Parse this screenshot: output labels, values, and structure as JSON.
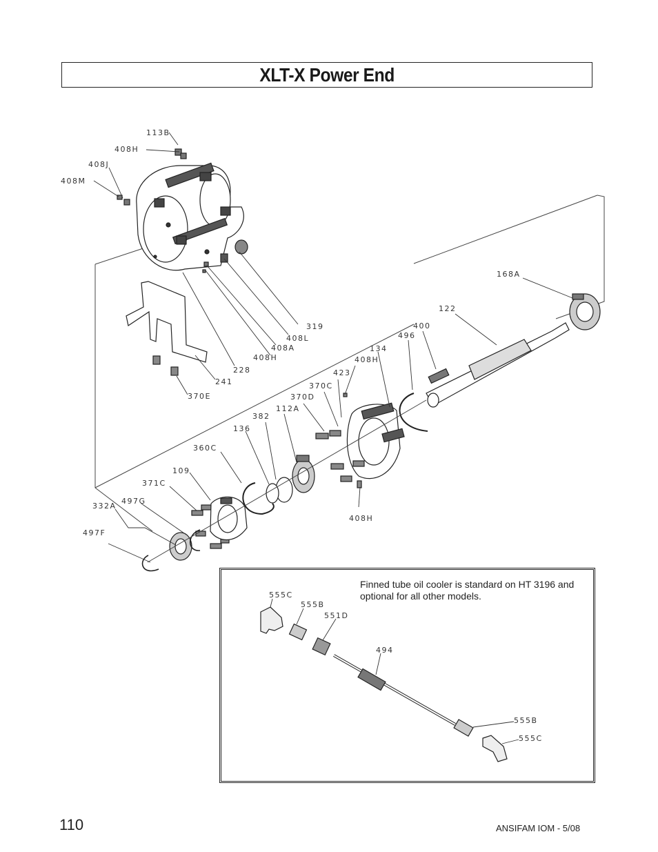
{
  "page": {
    "title": "XLT-X Power End",
    "page_number": "110",
    "footer": "ANSIFAM IOM - 5/08"
  },
  "labels": {
    "l113B": "113B",
    "l408H_a": "408H",
    "l408J": "408J",
    "l408M": "408M",
    "l168A": "168A",
    "l122": "122",
    "l400": "400",
    "l496": "496",
    "l134": "134",
    "l408H_b": "408H",
    "l423": "423",
    "l370C": "370C",
    "l370D": "370D",
    "l319": "319",
    "l408L": "408L",
    "l408A": "408A",
    "l408H_c": "408H",
    "l228": "228",
    "l241": "241",
    "l370E": "370E",
    "l382": "382",
    "l112A": "112A",
    "l136": "136",
    "l360C": "360C",
    "l109": "109",
    "l371C": "371C",
    "l497G": "497G",
    "l332A": "332A",
    "l497F": "497F",
    "l408H_d": "408H"
  },
  "inset": {
    "note": "Finned tube oil cooler is standard on HT 3196 and optional for all other models.",
    "labels": {
      "l555C_a": "555C",
      "l555B_a": "555B",
      "l551D": "551D",
      "l494": "494",
      "l555B_b": "555B",
      "l555C_b": "555C"
    }
  }
}
